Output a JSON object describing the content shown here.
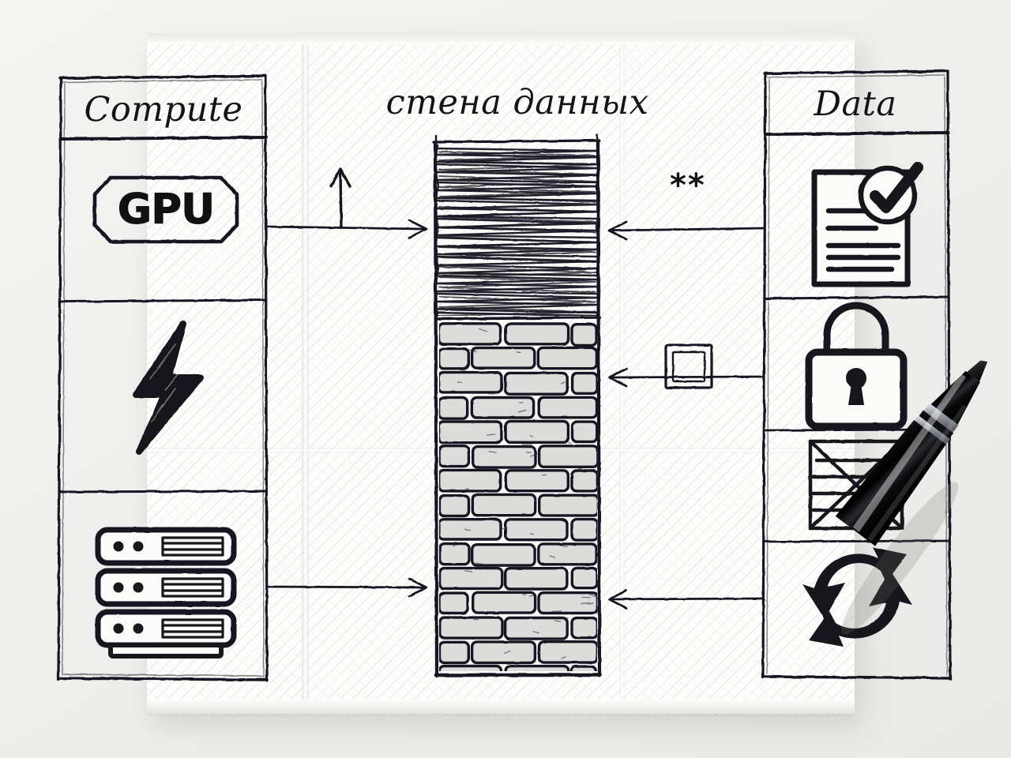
{
  "medium": {
    "surface": "paper-napkin",
    "ink_color": "#141418",
    "napkin_color": "#fdfdfc",
    "background_color": "#f0f0ee",
    "brick_fill": "#d9d9d7"
  },
  "title": {
    "center_heading": "стена данных"
  },
  "panels": {
    "left": {
      "header": "Compute",
      "cells": [
        {
          "icon": "gpu-badge-icon",
          "label": "GPU"
        },
        {
          "icon": "lightning-bolt-icon",
          "label": ""
        },
        {
          "icon": "server-stack-icon",
          "label": ""
        }
      ]
    },
    "right": {
      "header": "Data",
      "cells": [
        {
          "icon": "document-check-icon",
          "label": ""
        },
        {
          "icon": "padlock-icon",
          "label": ""
        },
        {
          "icon": "crossed-out-box-icon",
          "label": ""
        },
        {
          "icon": "recycle-sync-icon",
          "label": ""
        }
      ]
    }
  },
  "center": {
    "wall_top_fill": "scribble-hatch",
    "wall_bottom_fill": "brick-pattern"
  },
  "annotations": [
    {
      "name": "up-arrow-annotation",
      "glyph": "↑"
    },
    {
      "name": "double-asterisk-annotation",
      "glyph": "**"
    },
    {
      "name": "nested-square-annotation",
      "glyph": "▣"
    }
  ],
  "arrows": {
    "from_compute": [
      {
        "name": "arrow-gpu-to-wall",
        "direction": "right"
      },
      {
        "name": "arrow-servers-to-wall",
        "direction": "right"
      }
    ],
    "from_data": [
      {
        "name": "arrow-docs-to-wall",
        "direction": "left"
      },
      {
        "name": "arrow-lock-to-wall",
        "direction": "left"
      },
      {
        "name": "arrow-recycle-to-wall",
        "direction": "left"
      }
    ]
  },
  "objects": [
    {
      "name": "ballpoint-pen",
      "color": "#0b0b0d",
      "accent": "#b9bcc0"
    }
  ]
}
